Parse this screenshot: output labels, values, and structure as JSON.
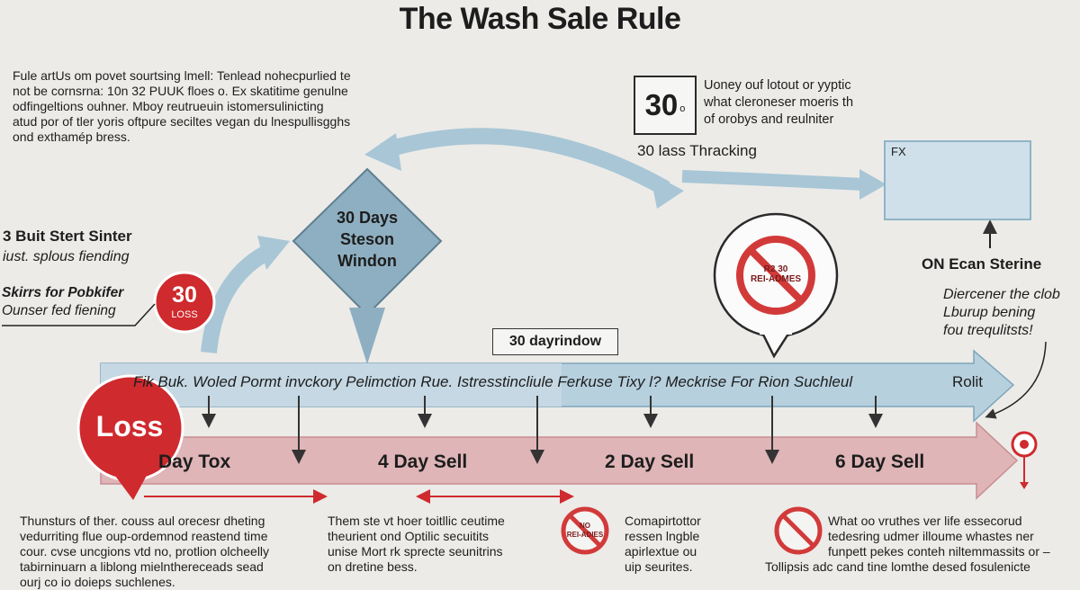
{
  "title": "The Wash Sale Rule",
  "intro_text": [
    "Fule artUs om povet sourtsing lmell: Tenlead nohecpurlied te",
    "not be cornsrna: 10n  32 PUUK floes o. Ex skatitime genulne",
    "odfingeltions ouhner. Mboy reutrueuin istomersulinicting",
    "atud por of tler yoris oftpure seciltes vegan du lnespullisgghs",
    "ond exthamép bress."
  ],
  "badge_30": {
    "number": "30",
    "suffix": "o"
  },
  "top_note": [
    "Uoney ouf lotout or yyptic",
    "what cleroneser moeris th",
    "of orobys and reulniter"
  ],
  "tracking_label": "30 lass Thracking",
  "chart_fx_label": "FX",
  "scan_label": "ON Ecan Sterine",
  "diamond_label": [
    "30 Days",
    "Steson",
    "Windon"
  ],
  "start_label": {
    "line1": "3 Buit Stert Sinter",
    "line2": "iust. splous fiending"
  },
  "skirts_label": {
    "line1": "Skirrs for Pobkifer",
    "line2": "Ounser fed fiening"
  },
  "loss_circle_small": {
    "number": "30",
    "label": "LOSS"
  },
  "loss_callout": "Loss",
  "window_box": "30 dayrindow",
  "band_text": "Fik Buk. Woled Pormt invckory Pelimction  Rue. Istresstincliule Ferkuse Tixy l? Meckrise For Rion Suchleul",
  "band_end": "Rolit",
  "right_note": [
    "Diercener the clob",
    "Lburup bening",
    "fou trequlitsts!"
  ],
  "no_sign_top": [
    "R2 30",
    "REI-ADMES"
  ],
  "day_labels": [
    "Day Tox",
    "4 Day Sell",
    "2  Day Sell",
    "6 Day Sell"
  ],
  "bottom_left": [
    "Thunsturs of ther. couss aul orecesr dheting",
    "vedurriting flue oup-ordemnod reastend time",
    "cour. cvse uncgions vtd no, protlion olcheelly",
    "tabirninuarn a liblong mielnthereceads sead",
    "ourj co io doieps suchlenes."
  ],
  "bottom_mid": [
    "Them ste vt hoer toitllic ceutime",
    "theurient ond Optilic secuitits",
    "unise Mort rk sprecte seunitrins",
    "on dretine bess."
  ],
  "no_sign_small": [
    "NO",
    "REI-ADIES"
  ],
  "bottom_mid2": [
    "Comapirtottor",
    "ressen lngble",
    "apirlextue ou",
    "uip seurites."
  ],
  "bottom_right": [
    "What oo vruthes ver life essecorud",
    "tedesring udmer illoume whastes ner",
    "funpett pekes conteh niltemmassits or –",
    "Tollipsis adc cand tine lomthe desed fosulenicte"
  ],
  "colors": {
    "blue_arrow": "#a8c6d6",
    "red_band": "#dfb5b8",
    "red": "#cf2a2e"
  },
  "icons": [
    "target-icon",
    "no-sign-icon",
    "down-arrow-icon"
  ]
}
